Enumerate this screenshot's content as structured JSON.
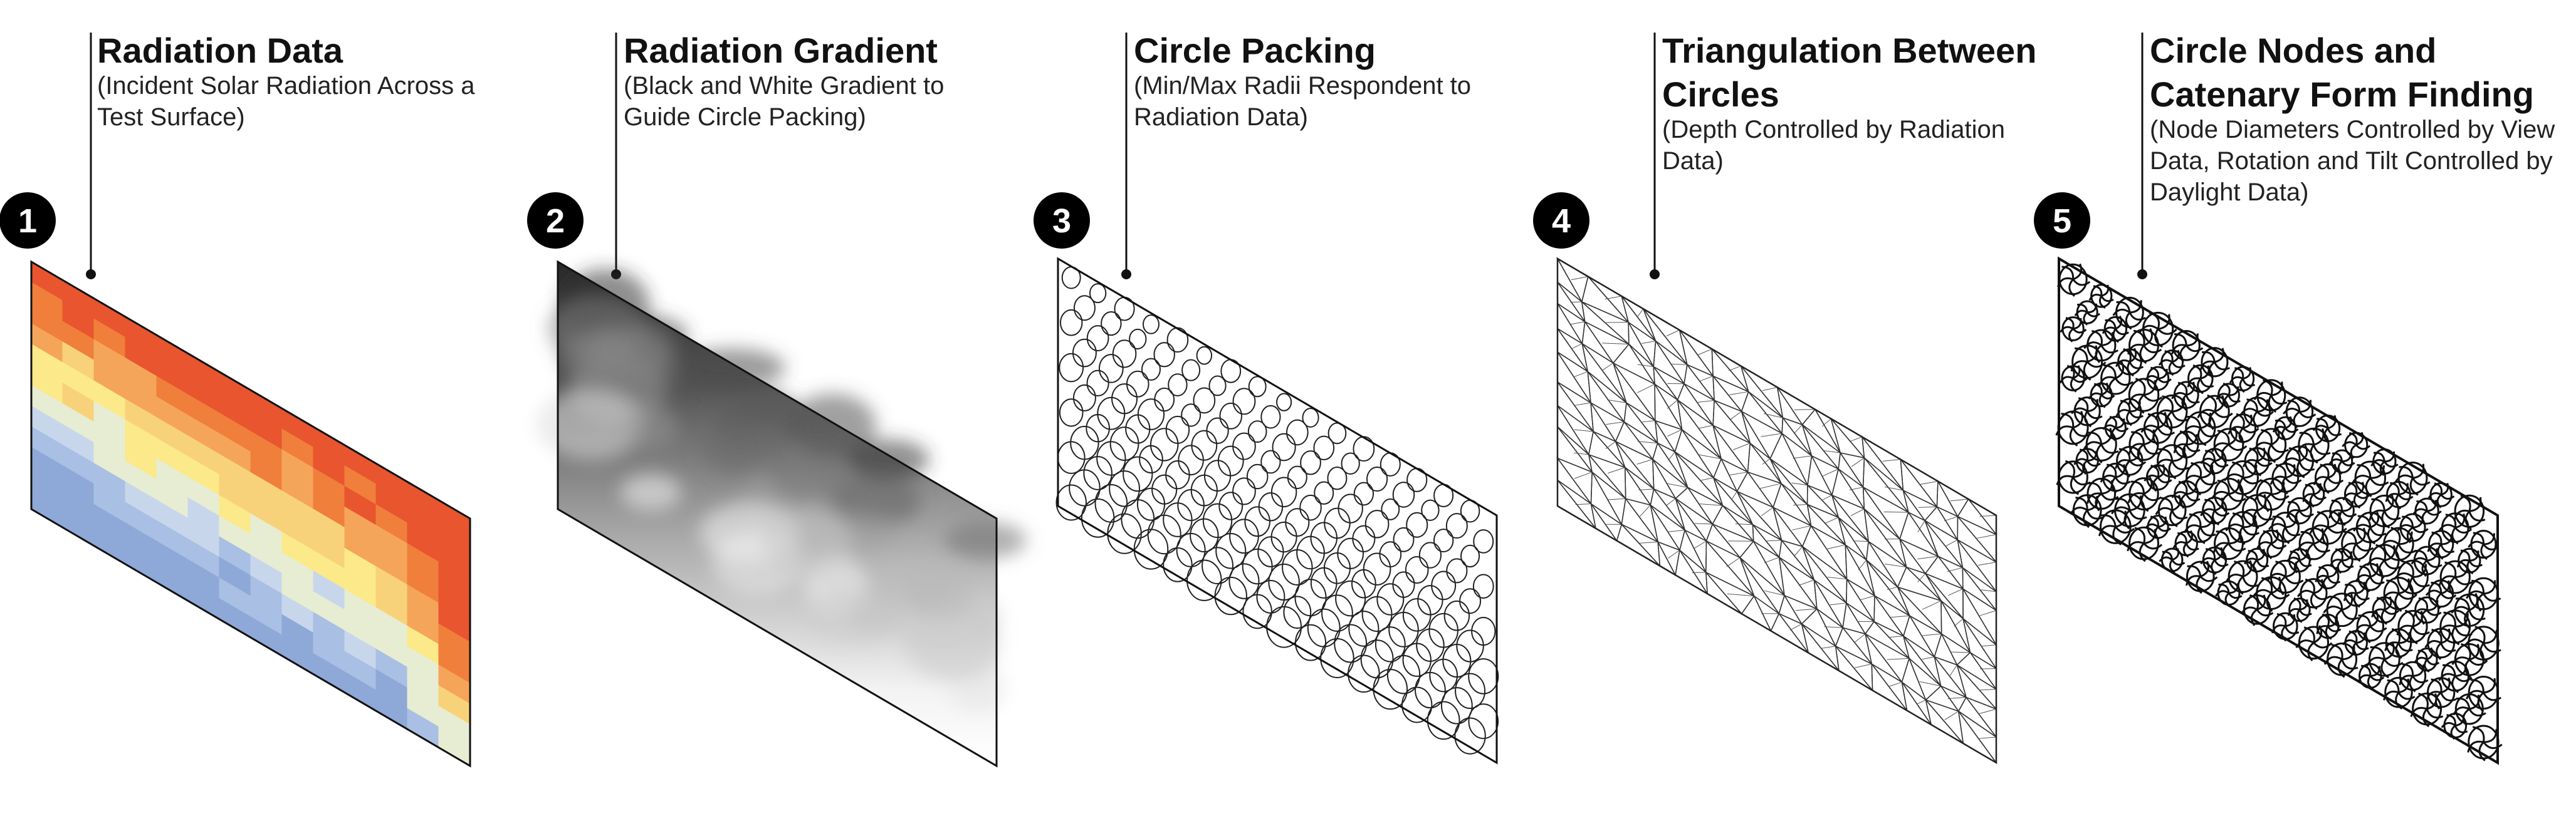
{
  "steps": [
    {
      "number": "1",
      "title_lines": [
        "Radiation Data"
      ],
      "subtitle_lines": [
        "(Incident Solar Radiation Across a",
        "Test Surface)"
      ],
      "icon": "radiation-heatmap"
    },
    {
      "number": "2",
      "title_lines": [
        "Radiation Gradient"
      ],
      "subtitle_lines": [
        "(Black and White Gradient to",
        "Guide Circle Packing)"
      ],
      "icon": "grayscale-gradient"
    },
    {
      "number": "3",
      "title_lines": [
        "Circle Packing"
      ],
      "subtitle_lines": [
        "(Min/Max Radii Respondent to",
        "Radiation Data)"
      ],
      "icon": "circle-packing"
    },
    {
      "number": "4",
      "title_lines": [
        "Triangulation Between",
        "Circles"
      ],
      "subtitle_lines": [
        "(Depth Controlled by Radiation",
        "Data)"
      ],
      "icon": "triangulation-mesh"
    },
    {
      "number": "5",
      "title_lines": [
        "Circle Nodes and",
        "Catenary Form Finding"
      ],
      "subtitle_lines": [
        "(Node Diameters Controlled by View",
        "Data, Rotation and Tilt Controlled by",
        "Daylight Data)"
      ],
      "icon": "catenary-nodes"
    }
  ],
  "colors": {
    "ink": "#111111",
    "badge": "#000000",
    "badge_text": "#ffffff",
    "subtitle": "#222222",
    "radiation_palette": [
      "#e8552e",
      "#f07f3c",
      "#f5a55a",
      "#f8d27a",
      "#fbe98a",
      "#e7edd2",
      "#c8d6ec",
      "#a9bfe3",
      "#8ea8d8"
    ]
  }
}
